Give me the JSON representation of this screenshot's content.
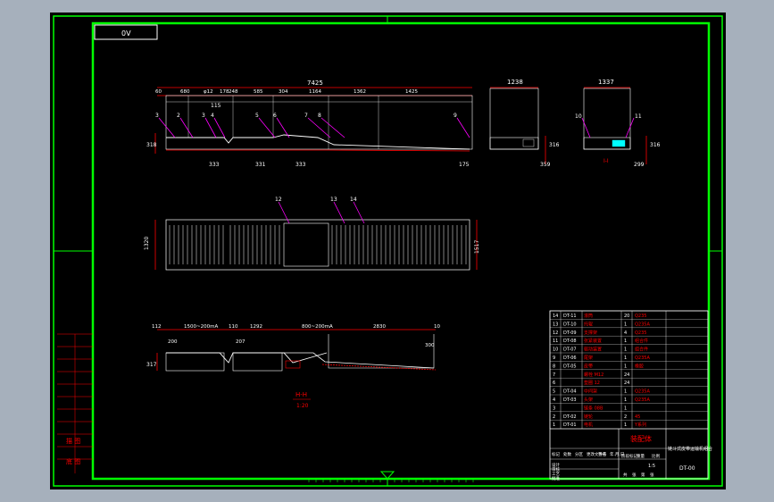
{
  "viewer": {
    "background": "#a6b0bc",
    "sheet_background": "#000000"
  },
  "colors": {
    "border": "#00ff00",
    "dimension": "#ff0000",
    "geometry": "#ffffff",
    "leader": "#ff00ff",
    "accent": "#00ffff",
    "text": "#ffffff"
  },
  "drawing": {
    "code_box": "0V",
    "front_view": {
      "overall_dim": "7425",
      "top_dims": [
        "60",
        "680",
        "φ12",
        "178",
        "248",
        "585",
        "304",
        "1164",
        "1362",
        "1425"
      ],
      "balloons": [
        "3",
        "2",
        "3",
        "4",
        "5",
        "6",
        "7",
        "8",
        "9"
      ],
      "side_dims": [
        "318",
        "333",
        "331",
        "333",
        "175"
      ],
      "sub_dim": "115"
    },
    "end_view_1": {
      "width": "1238",
      "side_dims": [
        "316",
        "359"
      ]
    },
    "end_view_2": {
      "width": "1337",
      "balloons": [
        "10",
        "11"
      ],
      "side_dims": [
        "316",
        "299"
      ],
      "section_label": "I-I"
    },
    "top_view": {
      "balloons": [
        "12",
        "13",
        "14"
      ],
      "left_dim": "1320",
      "right_dim": "1517"
    },
    "side_view": {
      "dims": [
        "112",
        "1500~200mA",
        "110",
        "1292",
        "800~200mA",
        "2830",
        "10",
        "200",
        "207",
        "300"
      ],
      "left_dim": "317",
      "section_label": "H-H",
      "scale": "1:20"
    },
    "title_block": {
      "title": "装配体",
      "subtitle": "链斗式皮带运输机组合",
      "drawing_no": "DT-00",
      "scale_ratio": "1:5",
      "parts": [
        {
          "no": "14",
          "code": "DT-11",
          "name": "滚筒",
          "qty": "20",
          "mat": "Q235"
        },
        {
          "no": "13",
          "code": "DT-10",
          "name": "托辊",
          "qty": "1",
          "mat": "Q235A"
        },
        {
          "no": "12",
          "code": "DT-09",
          "name": "支撑架",
          "qty": "4",
          "mat": "Q235"
        },
        {
          "no": "11",
          "code": "DT-08",
          "name": "张紧装置",
          "qty": "1",
          "mat": "组合件"
        },
        {
          "no": "10",
          "code": "DT-07",
          "name": "驱动装置",
          "qty": "1",
          "mat": "组合件"
        },
        {
          "no": "9",
          "code": "DT-06",
          "name": "尾架",
          "qty": "1",
          "mat": "Q235A"
        },
        {
          "no": "8",
          "code": "DT-05",
          "name": "皮带",
          "qty": "1",
          "mat": "橡胶"
        },
        {
          "no": "7",
          "code": "",
          "name": "螺栓 M12",
          "qty": "24",
          "mat": ""
        },
        {
          "no": "6",
          "code": "",
          "name": "垫圈 12",
          "qty": "24",
          "mat": ""
        },
        {
          "no": "5",
          "code": "DT-04",
          "name": "中间架",
          "qty": "1",
          "mat": "Q235A"
        },
        {
          "no": "4",
          "code": "DT-03",
          "name": "头架",
          "qty": "1",
          "mat": "Q235A"
        },
        {
          "no": "3",
          "code": "",
          "name": "链条 08B",
          "qty": "1",
          "mat": ""
        },
        {
          "no": "2",
          "code": "DT-02",
          "name": "链轮",
          "qty": "2",
          "mat": "45"
        },
        {
          "no": "1",
          "code": "DT-01",
          "name": "电机",
          "qty": "1",
          "mat": "Y系列"
        }
      ],
      "header_cells": [
        "标记",
        "处数",
        "分区",
        "更改文件号",
        "签名",
        "年.月.日"
      ],
      "role_cells": [
        "设计",
        "审核",
        "工艺",
        "批准"
      ],
      "stage_labels": [
        "阶段标记",
        "重量",
        "比例"
      ],
      "sheet_cells": [
        "共",
        "张",
        "第",
        "张"
      ]
    },
    "left_strip": {
      "row_top": "描 图",
      "row_bottom": "底 图"
    }
  }
}
